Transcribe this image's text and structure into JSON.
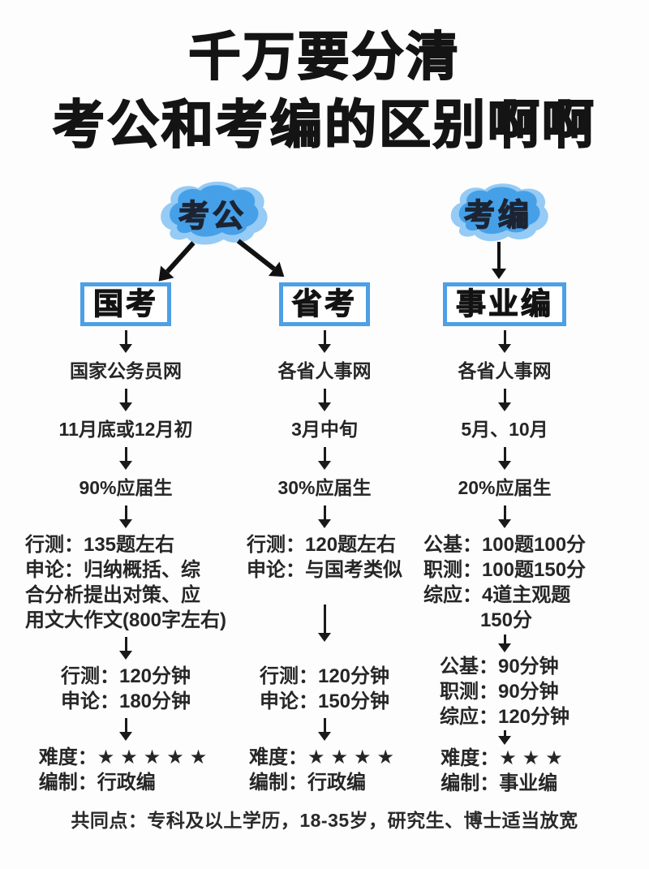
{
  "title": {
    "line1": "千万要分清",
    "line2": "考公和考编的区别啊啊"
  },
  "cloud_left": {
    "label": "考公"
  },
  "cloud_right": {
    "label": "考编"
  },
  "columns": [
    {
      "header": "国考",
      "site": "国家公务员网",
      "time": "11月底或12月初",
      "fresh": "90%应届生",
      "exam": [
        "行测：135题左右",
        "申论：归纳概括、综",
        "合分析提出对策、应",
        "用文大作文(800字左右)"
      ],
      "duration": [
        "行测：120分钟",
        "申论：180分钟"
      ],
      "difficulty_label": "难度：",
      "stars": "★★★★★",
      "establishment": "编制：行政编"
    },
    {
      "header": "省考",
      "site": "各省人事网",
      "time": "3月中旬",
      "fresh": "30%应届生",
      "exam": [
        "行测：120题左右",
        "申论：与国考类似"
      ],
      "duration": [
        "行测：120分钟",
        "申论：150分钟"
      ],
      "difficulty_label": "难度：",
      "stars": "★★★★",
      "establishment": "编制：行政编"
    },
    {
      "header": "事业编",
      "site": "各省人事网",
      "time": "5月、10月",
      "fresh": "20%应届生",
      "exam": [
        "公基：100题100分",
        "职测：100题150分",
        "综应：4道主观题",
        "150分"
      ],
      "duration": [
        "公基：90分钟",
        "职测：90分钟",
        "综应：120分钟"
      ],
      "difficulty_label": "难度：",
      "stars": "★★★",
      "establishment": "编制：事业编"
    }
  ],
  "footer": "共同点：专科及以上学历，18-35岁，研究生、博士适当放宽",
  "colors": {
    "accent_blue": "#4d9fe6",
    "cloud_blue": "#46a0e8",
    "cloud_halo": "#8fc8f3",
    "text_dark": "#1f1f1f"
  }
}
